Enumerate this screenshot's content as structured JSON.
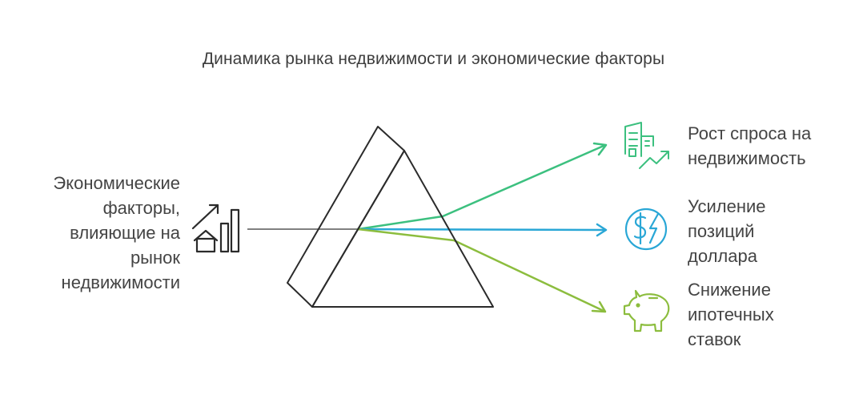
{
  "title": "Динамика рынка недвижимости и экономические факторы",
  "input": {
    "label_lines": [
      "Экономические",
      "факторы,",
      "влияющие на",
      "рынок",
      "недвижимости"
    ],
    "icon": "chart-growth-house-icon",
    "color": "#808080"
  },
  "outputs": [
    {
      "label_lines": [
        "Рост спроса на",
        "недвижимость"
      ],
      "icon": "buildings-growth-icon",
      "color": "#3cc07f"
    },
    {
      "label_lines": [
        "Усиление",
        "позиций",
        "доллара"
      ],
      "icon": "dollar-power-icon",
      "color": "#2aa7d6"
    },
    {
      "label_lines": [
        "Снижение",
        "ипотечных",
        "ставок"
      ],
      "icon": "piggy-bank-icon",
      "color": "#8cbd3e"
    }
  ],
  "prism_color": "#2b2b2b"
}
